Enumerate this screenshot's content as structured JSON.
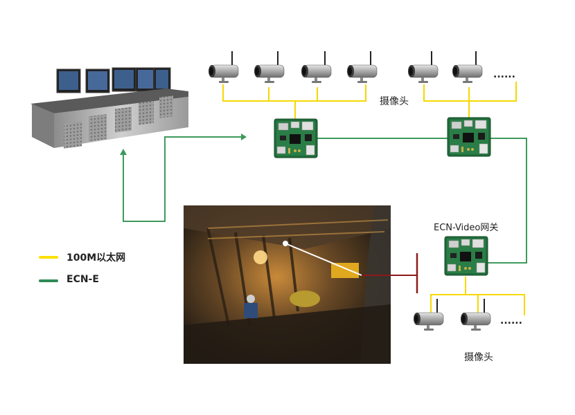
{
  "labels": {
    "camera_group_top": "摄像头",
    "camera_group_bottom": "摄像头",
    "gateway": "ECN-Video网关",
    "ellipsis": "......"
  },
  "legend": [
    {
      "label": "100M以太网",
      "color": "#ffe000"
    },
    {
      "label": "ECN-E",
      "color": "#2e8b57"
    }
  ],
  "colors": {
    "ethernet": "#f5d800",
    "ecn": "#3d9a5c",
    "pointer": "#8b1a1a",
    "board": "#1f6b3a"
  }
}
